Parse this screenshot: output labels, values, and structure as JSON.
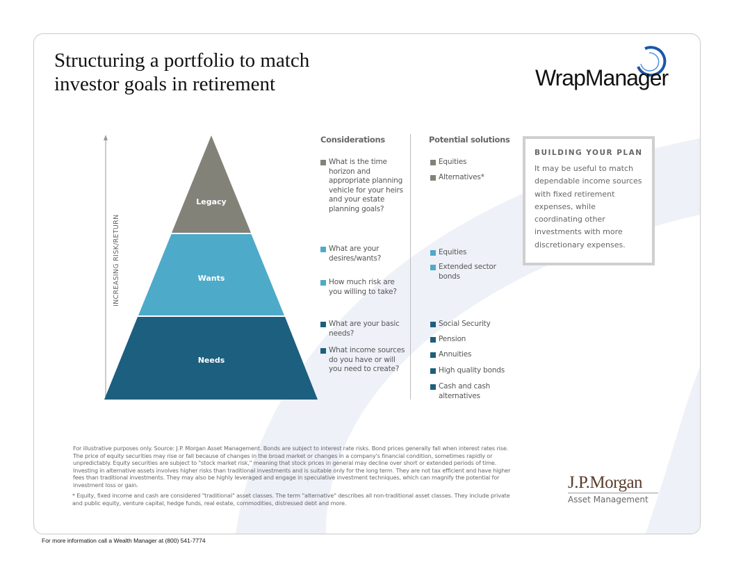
{
  "title_lines": [
    "Structuring a portfolio to match",
    "investor goals in retirement"
  ],
  "brand": {
    "wrapmanager": "WrapManager",
    "jpm_name": "J.P.Morgan",
    "jpm_sub": "Asset Management"
  },
  "axis_label": "INCREASING RISK/RETURN",
  "colors": {
    "legacy": "#838279",
    "wants": "#4eaac9",
    "needs": "#1c5f7f"
  },
  "pyramid": {
    "tiers": [
      "Legacy",
      "Wants",
      "Needs"
    ]
  },
  "considerations": {
    "header": "Considerations",
    "items": [
      "What is the time horizon and appropriate planning vehicle for your heirs and your estate planning goals?",
      "What are your desires/wants?",
      "How much risk are you willing to take?",
      "What are your basic needs?",
      "What income sources do you have or will you need to create?"
    ]
  },
  "solutions": {
    "header": "Potential solutions",
    "items": [
      "Equities",
      "Alternatives*",
      "Equities",
      "Extended sector bonds",
      "Social Security",
      "Pension",
      "Annuities",
      "High quality bonds",
      "Cash and cash alternatives"
    ]
  },
  "plan_box": {
    "heading": "BUILDING YOUR PLAN",
    "text": "It may be useful to match dependable income sources with fixed retirement expenses, while coordinating other investments with more discretionary expenses."
  },
  "footnote": "For illustrative purposes only. Source: J.P. Morgan Asset Management. Bonds are subject to interest rate risks. Bond prices generally fall when interest rates rise. The price of equity securities may rise or fall because of changes in the broad market or changes in a company's financial condition, sometimes rapidly or unpredictably. Equity securities are subject to \"stock market risk,\" meaning that stock prices in general may decline over short or extended periods of time. Investing in alternative assets involves higher risks than traditional investments and is suitable only for the long term. They are not tax efficient and have higher fees than traditional investments. They may also be highly leveraged and engage in speculative investment techniques, which can magnify the potential for investment loss or gain.",
  "footnote_asterisk": "* Equity, fixed income and cash are considered \"traditional\" asset classes. The term \"alternative\" describes all non-traditional asset classes. They include private and public equity, venture capital, hedge funds, real estate, commodities, distressed debt and more.",
  "contact": "For more information call a Wealth Manager at (800) 541-7774"
}
